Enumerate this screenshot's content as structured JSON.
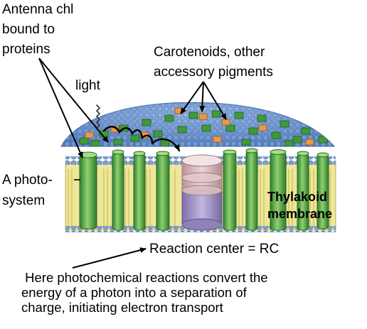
{
  "labels": {
    "antenna": [
      "Antenna chl",
      "bound to",
      "proteins"
    ],
    "carotenoids": [
      "Carotenoids, other",
      "accessory pigments"
    ],
    "light": "light",
    "photosystem": [
      "A photo-",
      "system"
    ],
    "thylakoid": [
      "Thylakoid",
      "membrane"
    ],
    "reaction_center": "Reaction center = RC"
  },
  "caption": [
    " Here photochemical reactions convert the",
    "energy of a photon into a separation of",
    "charge, initiating electron transport"
  ],
  "colors": {
    "accessory_pigment": "#e89a4a",
    "antenna_chl": "#3f9a3a",
    "membrane_yellow": "#eee79a",
    "lipid_bead": "#7aa0d8",
    "reaction_center_pink": "#dcbcc0",
    "reaction_center_purple": "#a596c8"
  }
}
